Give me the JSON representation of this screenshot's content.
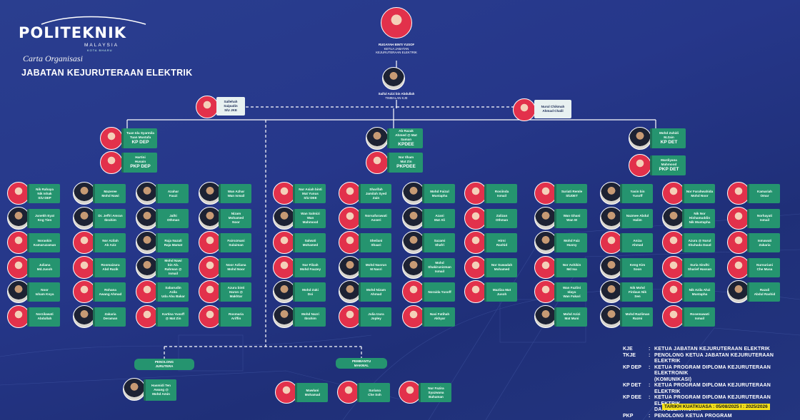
{
  "header": {
    "logo_text": "POLITEKNIK",
    "logo_sub": "MALAYSIA",
    "logo_sub2": "KOTA BHARU",
    "carta": "Carta Organisasi",
    "department": "JABATAN KEJURUTERAAN ELEKTRIK"
  },
  "head": {
    "name": "RUGAYAH BINTI YUSOF",
    "role": "KETUA JABATAN\nKEJURUTERAAN ELEKTRIK"
  },
  "deputy": {
    "name": "Saiful Azizi bin Abdullah",
    "role": "TIMBALAN KJE"
  },
  "admin_left": {
    "name": "Sallehah\nSaipudin\nS/U JKE"
  },
  "admin_right": {
    "name": "Nurul Chikmah\nAhmad Chalil"
  },
  "dep": {
    "kp": {
      "name": "Tuan Ida Syarmila\nTuan Mustafa",
      "role": "KP DEP"
    },
    "pkp": {
      "name": "Hartini\nHusain",
      "role": "PKP DEP"
    },
    "columns": [
      [
        "Nik Rahaya\nNik Ishak\nS/U DEP",
        "Junekh Eyat\nKng Tien",
        "Noraskin\nKamaruzaman",
        "Juliana\nMd.Jusoh",
        "Noor\nIsham Koya",
        "Norzilawati\nAbdullah"
      ],
      [
        "Mazeree\nMohd Nawi",
        "Dr. Jeffri Amran\nIbrahim",
        "Nor Azilah\nAb Aziz",
        "Rosmaizura\nAbd Razik",
        "Rohana\nAwang Ahmad",
        "Zakaria\nDeraman"
      ],
      [
        "Azahar\nFauzi",
        "Jalhi\nOthman",
        "Raja Nazali\nRaja Mamat",
        "Mohd Nawi\nbin Ab.\nRahman @\nIsmail",
        "Sabarudin\nAzila\nUda Abu Bakar",
        "Kartina Yusoff\n@ Mat Zin"
      ],
      [
        "Wan Azhar\nWan Ismail",
        "Nizam\nMohamed\nNoor",
        "Fairozmani\nSulaiman",
        "Noor Azliana\nMohd Noor",
        "Azura binti\nHaron @\nMakhtar",
        "Rosmaria\nAriffin"
      ]
    ]
  },
  "dee": {
    "kp": {
      "name": "Ab Razak\nAhmed @ Mat\nSaman",
      "role": "KPDEE"
    },
    "pkp": {
      "name": "Nor Ilham\nMat Zin",
      "role": "PKPDEE"
    },
    "columns": [
      [
        "Nur Asiah binti\nMat Yunus\nS/U DEE",
        "Wan Salmizi\nWan\nMahmood",
        "Salwati\nMohamed",
        "Nur Filzah\nMohd Fauzey",
        "Mohd Zaki\nDoi",
        "Mohd Nazri\nIbrahim"
      ],
      [
        "Sharifah\nJamilah Syed\nZain",
        "Norsafurawati\nAsseri",
        "Sheilani\nShaari",
        "Mohd Nasrun\nM Nasri",
        "Mohd Nizam\nAhmad",
        "Julia Izura\nJopley"
      ],
      [
        "Mohd Faizul\nMustapha",
        "Azani\nMat Ali",
        "Sazami\nShafri",
        "Mohd\nShakirunizman\nIsmail",
        "Noraida Yusoff",
        "Nasi Fatihah\nAkhyar"
      ],
      [
        "Rosiinda\nIsmail",
        "Zalizan\nOthman",
        "Hirni\nRashid",
        "Nor Suwadah\nMohamed",
        "Mazliza Mat\nJusoh"
      ]
    ]
  },
  "det": {
    "kp": {
      "name": "Mohd Zahidi\nM.Zain",
      "role": "KP DET"
    },
    "pkp": {
      "name": "Mardiyana\nMahmood",
      "role": "PKP DET"
    },
    "columns": [
      [
        "Suriati Remle\nS/UDET",
        "Wan Ghani\nWan M",
        "Mohd Faiz\nHusny",
        "Nor Ashikin\nMd Isa",
        "Wan Fazlini\nIdayu\nWan Fakari",
        "Mohd Azizi\nMat Muni"
      ],
      [
        "Yasin bin\nYusoff",
        "Nazmee Abdul\nHalim",
        "Aniza\nAhmad",
        "Keng Kim\nSoon",
        "Nik Mohd\nFirdaus Nik\nSen",
        "Mohd Razliman\nRazmi"
      ],
      [
        "Nor Farahwahida\nMohd Noor",
        "Nik Nor\nHishamuddin\nNik Mustapha",
        "Azura @ Nurul\nShuhada Daud",
        "Suria Sindhi\nSharief Hassan",
        "Nik Azila Ahzi\nMustapha",
        "Rosemawati\nIsmail"
      ],
      [
        "Kamariah\nOmar",
        "Norhayati\nIsmail",
        "Ismawati\nZakaria",
        "Nursuriani\nChe Musa",
        "Razali\nAbdul Rashid"
      ]
    ]
  },
  "penolong": {
    "label": "PENOLONG\nJURUTERA",
    "name": "Hasmidi Ten\nAwang @\nMohd Amin"
  },
  "pembantu": {
    "label": "PEMBANTU\nMAKMAL",
    "members": [
      "Mawlani\nMohamad",
      "Suriana\nChe Soh",
      "Nur Fazira\nSyazwana\nBahaman"
    ]
  },
  "legend": [
    {
      "key": "KJE",
      "value": "KETUA JABATAN  KEJURUTERAAN  ELEKTRIK"
    },
    {
      "key": "TKJE",
      "value": "PENOLONG  KETUA JABATAN KEJURUTERAAN  ELEKTRIK"
    },
    {
      "key": "KP DEP",
      "value": "KETUA PROGRAM DIPLOMA  KEJURUTERAAN  ELEKTRONIK\n(KOMUNIKASI)"
    },
    {
      "key": "KP DET",
      "value": "KETUA PROGRAM DIPLOMA  KEJURUTERAAN  ELEKTRIK"
    },
    {
      "key": "KP DEE",
      "value": "KETUA PROGRAM DIPLOMA  KEJURUTERAAN  ELEKTRIK\n                DAN  ELEKTRONIK"
    },
    {
      "key": "PKP",
      "value": "PENOLONG  KETUA  PROGRAM"
    }
  ],
  "tarikh": "TARIKH KUATKUASA : 05/08/2025  I : 2025/2026"
}
